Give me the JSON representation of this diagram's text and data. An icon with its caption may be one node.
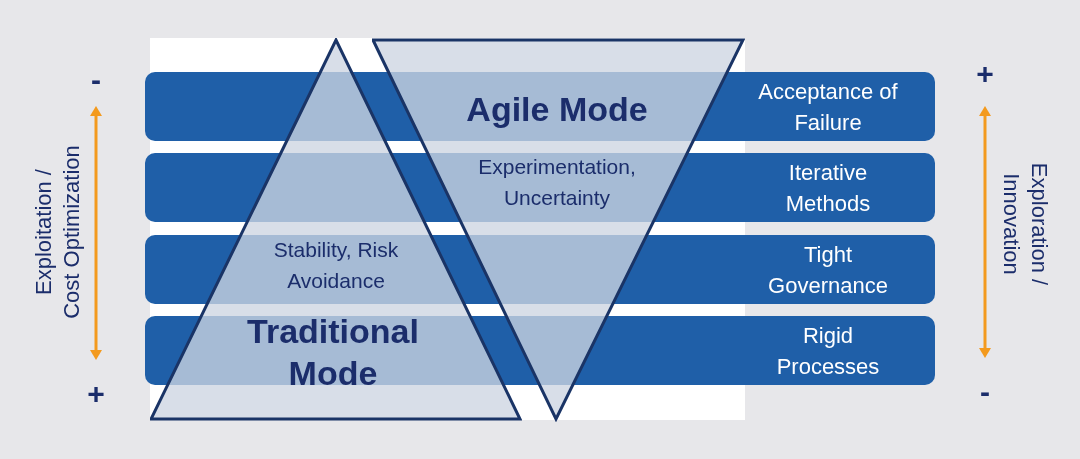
{
  "diagram": {
    "nodes": [
      {
        "text": [
          "Agile Mode",
          "Experimentation, Uncertainty"
        ]
      },
      {
        "text": [
          "Stability, Risk Avoidance",
          "Traditional Mode"
        ]
      },
      {
        "text": [
          "Acceptance of Failure"
        ]
      },
      {
        "text": [
          "Iterative Methods"
        ]
      },
      {
        "text": [
          "Tight Governance"
        ]
      },
      {
        "text": [
          "Rigid Processes"
        ]
      }
    ],
    "labels": [
      "-",
      "+",
      "Exploitation / Cost Optimization",
      "Exploration / Innovation",
      "+",
      "-"
    ]
  }
}
